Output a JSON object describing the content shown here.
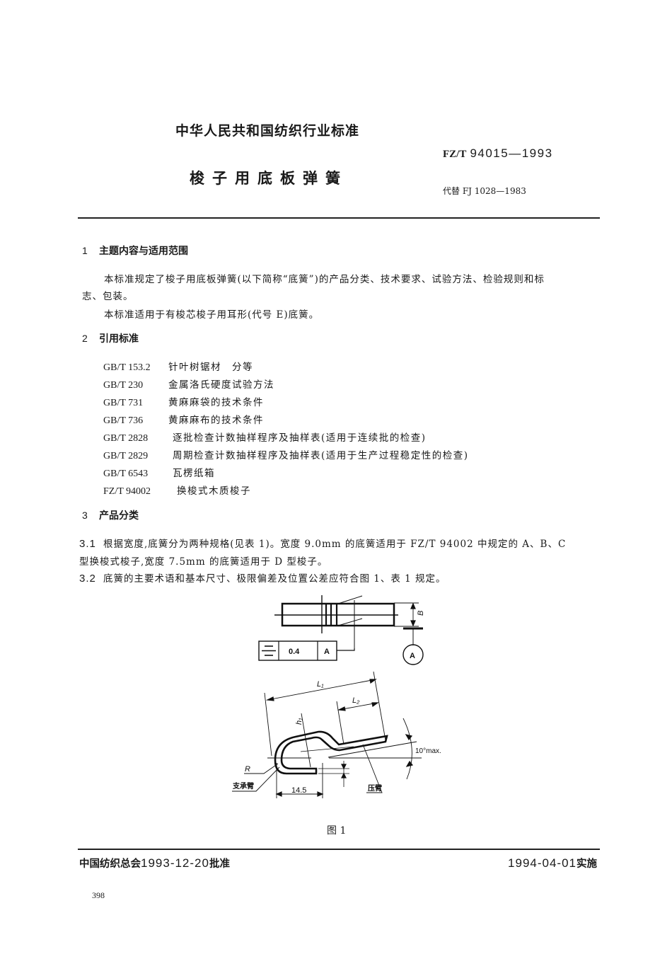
{
  "header": {
    "organization_standard": "中华人民共和国纺织行业标准",
    "standard_prefix": "FZ/T",
    "standard_number": "94015—1993",
    "title": "梭子用底板弹簧",
    "replaces": "代替 FJ 1028—1983"
  },
  "sections": [
    {
      "number": "1",
      "heading": "主题内容与适用范围",
      "paragraphs": [
        "本标准规定了梭子用底板弹簧(以下简称“底簧”)的产品分类、技术要求、试验方法、检验规则和标",
        "志、包装。",
        "本标准适用于有梭芯梭子用耳形(代号 E)底簧。"
      ]
    },
    {
      "number": "2",
      "heading": "引用标准",
      "references": [
        {
          "code": "GB/T 153.2",
          "name": "针叶树锯材　分等"
        },
        {
          "code": "GB/T 230",
          "name": "金属洛氏硬度试验方法"
        },
        {
          "code": "GB/T 731",
          "name": "黄麻麻袋的技术条件"
        },
        {
          "code": "GB/T 736",
          "name": "黄麻麻布的技术条件"
        },
        {
          "code": "GB/T 2828",
          "name": "逐批检查计数抽样程序及抽样表(适用于连续批的检查)"
        },
        {
          "code": "GB/T 2829",
          "name": "周期检查计数抽样程序及抽样表(适用于生产过程稳定性的检查)"
        },
        {
          "code": "GB/T 6543",
          "name": "瓦楞纸箱"
        },
        {
          "code": "FZ/T 94002",
          "name": "换梭式木质梭子"
        }
      ]
    },
    {
      "number": "3",
      "heading": "产品分类",
      "clauses": [
        {
          "number": "3.1",
          "lines": [
            "根据宽度,底簧分为两种规格(见表 1)。宽度 9.0mm 的底簧适用于 FZ/T 94002 中规定的 A、B、C",
            "型换梭式梭子,宽度 7.5mm 的底簧适用于 D 型梭子。"
          ]
        },
        {
          "number": "3.2",
          "lines": [
            "底簧的主要术语和基本尺寸、极限偏差及位置公差应符合图 1、表 1 规定。"
          ]
        }
      ]
    }
  ],
  "figure": {
    "caption": "图 1",
    "tolerance_frame": {
      "symbol": "symmetry",
      "value": "0.4",
      "datum": "A"
    },
    "datum_label": "A",
    "dim_B": "B",
    "dim_L1": "L₁",
    "dim_L2": "L₂",
    "dim_h1": "h₁",
    "dim_R": "R",
    "dim_width": "14.5",
    "angle": "10°max.",
    "label_support_arm": "支承臂",
    "label_press_arm": "压臂"
  },
  "footer": {
    "approved_by": "中国纺织总会",
    "approved_date": "1993-12-20",
    "approved_suffix": "批准",
    "effective_date": "1994-04-01",
    "effective_suffix": "实施",
    "page_number": "398"
  }
}
